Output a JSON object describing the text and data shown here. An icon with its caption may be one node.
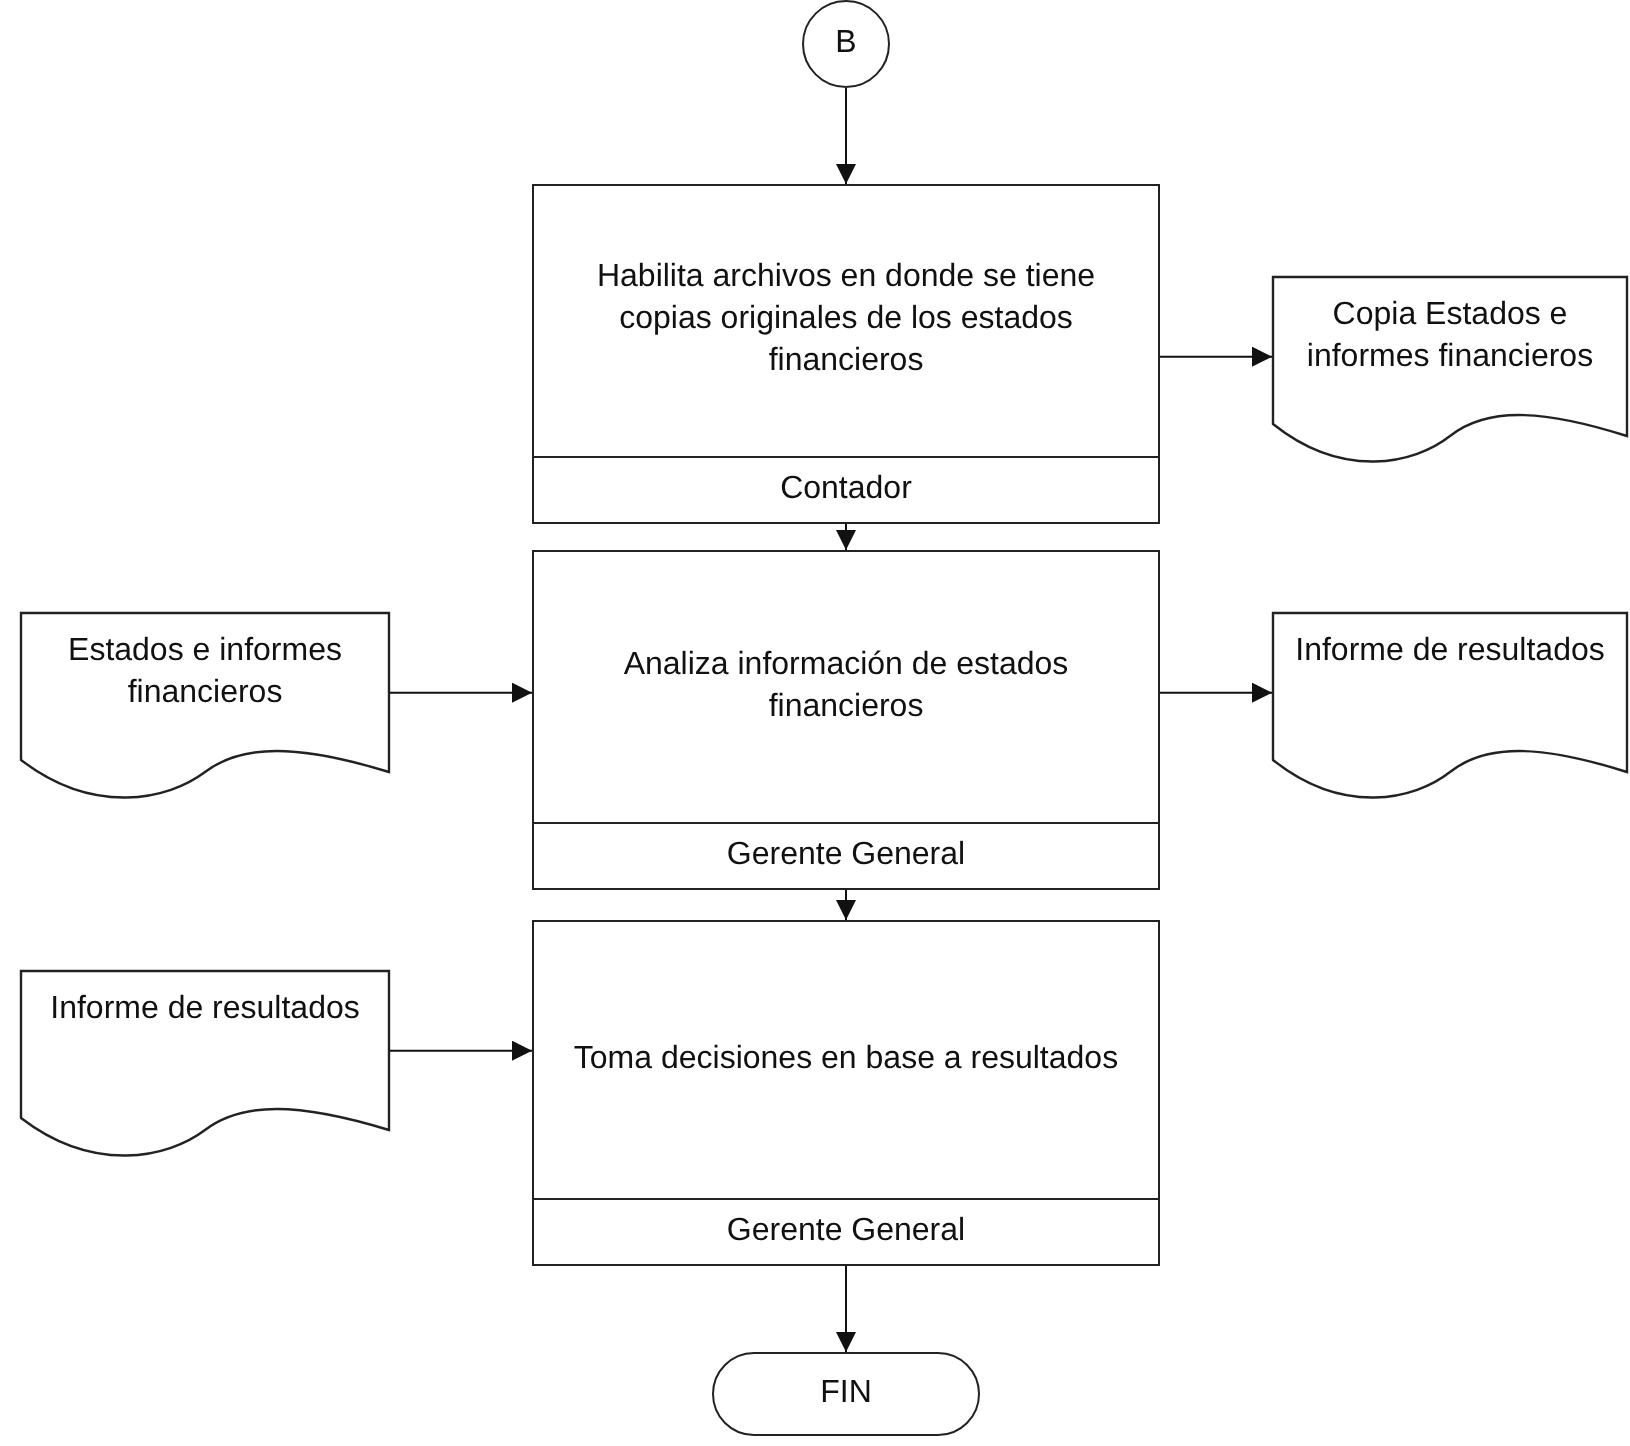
{
  "diagram": {
    "nodes": [
      {
        "text": [
          "B"
        ]
      },
      {
        "text": [
          "Habilita archivos en donde se tiene copias originales de los estados financieros",
          "Contador"
        ]
      },
      {
        "text": [
          "Copia Estados e informes financieros"
        ]
      },
      {
        "text": [
          "Estados e informes financieros"
        ]
      },
      {
        "text": [
          "Analiza información de estados financieros",
          "Gerente General"
        ]
      },
      {
        "text": [
          "Informe de resultados"
        ]
      },
      {
        "text": [
          "Informe de resultados"
        ]
      },
      {
        "text": [
          "Toma decisiones en base a resultados",
          "Gerente General"
        ]
      },
      {
        "text": [
          "FIN"
        ]
      }
    ],
    "edges": [
      {
        "from": 0,
        "to": 1,
        "arrow": "to"
      },
      {
        "from": 1,
        "to": 2,
        "arrow": "to"
      },
      {
        "from": 1,
        "to": 4,
        "arrow": "to"
      },
      {
        "from": 3,
        "to": 4,
        "arrow": "to"
      },
      {
        "from": 4,
        "to": 5,
        "arrow": "to"
      },
      {
        "from": 4,
        "to": 7,
        "arrow": "to"
      },
      {
        "from": 6,
        "to": 7,
        "arrow": "to"
      },
      {
        "from": 7,
        "to": 8,
        "arrow": "to"
      }
    ]
  }
}
